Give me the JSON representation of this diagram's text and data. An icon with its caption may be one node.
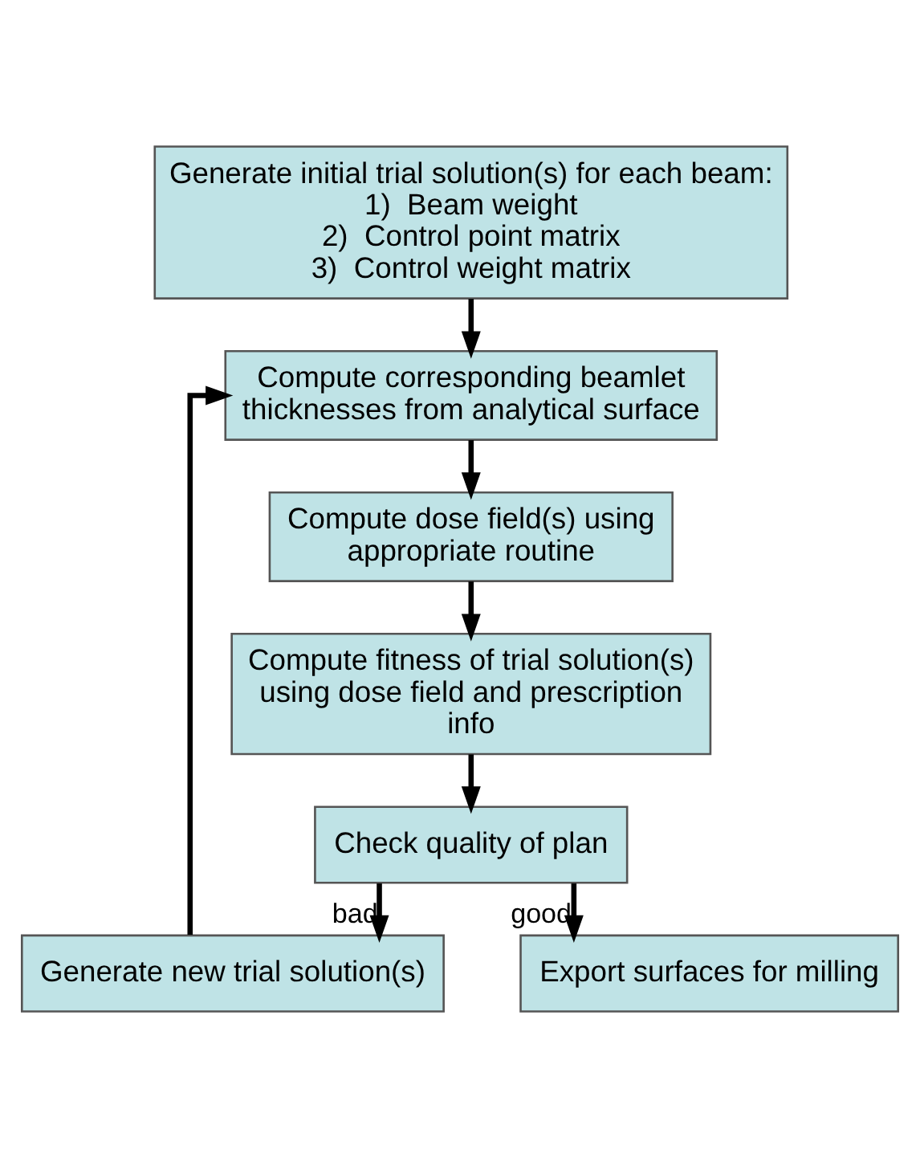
{
  "diagram": {
    "nodes": [
      {
        "text": [
          "Generate initial trial solution(s) for each beam:",
          "1)  Beam weight",
          "2)  Control point matrix",
          "3)  Control weight matrix"
        ]
      },
      {
        "text": [
          "Compute corresponding beamlet thicknesses from analytical surface"
        ]
      },
      {
        "text": [
          "Compute dose field(s) using appropriate routine"
        ]
      },
      {
        "text": [
          "Compute fitness of trial solution(s) using dose field and prescription info"
        ]
      },
      {
        "text": [
          "Check quality of plan"
        ]
      },
      {
        "text": [
          "Generate new trial solution(s)"
        ]
      },
      {
        "text": [
          "Export surfaces for milling"
        ]
      }
    ],
    "edges": [
      {
        "from": 0,
        "to": 1,
        "arrow": "to"
      },
      {
        "from": 1,
        "to": 2,
        "arrow": "to"
      },
      {
        "from": 2,
        "to": 3,
        "arrow": "to"
      },
      {
        "from": 3,
        "to": 4,
        "arrow": "to"
      },
      {
        "from": 4,
        "to": 5,
        "arrow": "to",
        "label": "bad"
      },
      {
        "from": 4,
        "to": 6,
        "arrow": "to",
        "label": "good"
      },
      {
        "from": 5,
        "to": 1,
        "arrow": "to"
      }
    ]
  }
}
